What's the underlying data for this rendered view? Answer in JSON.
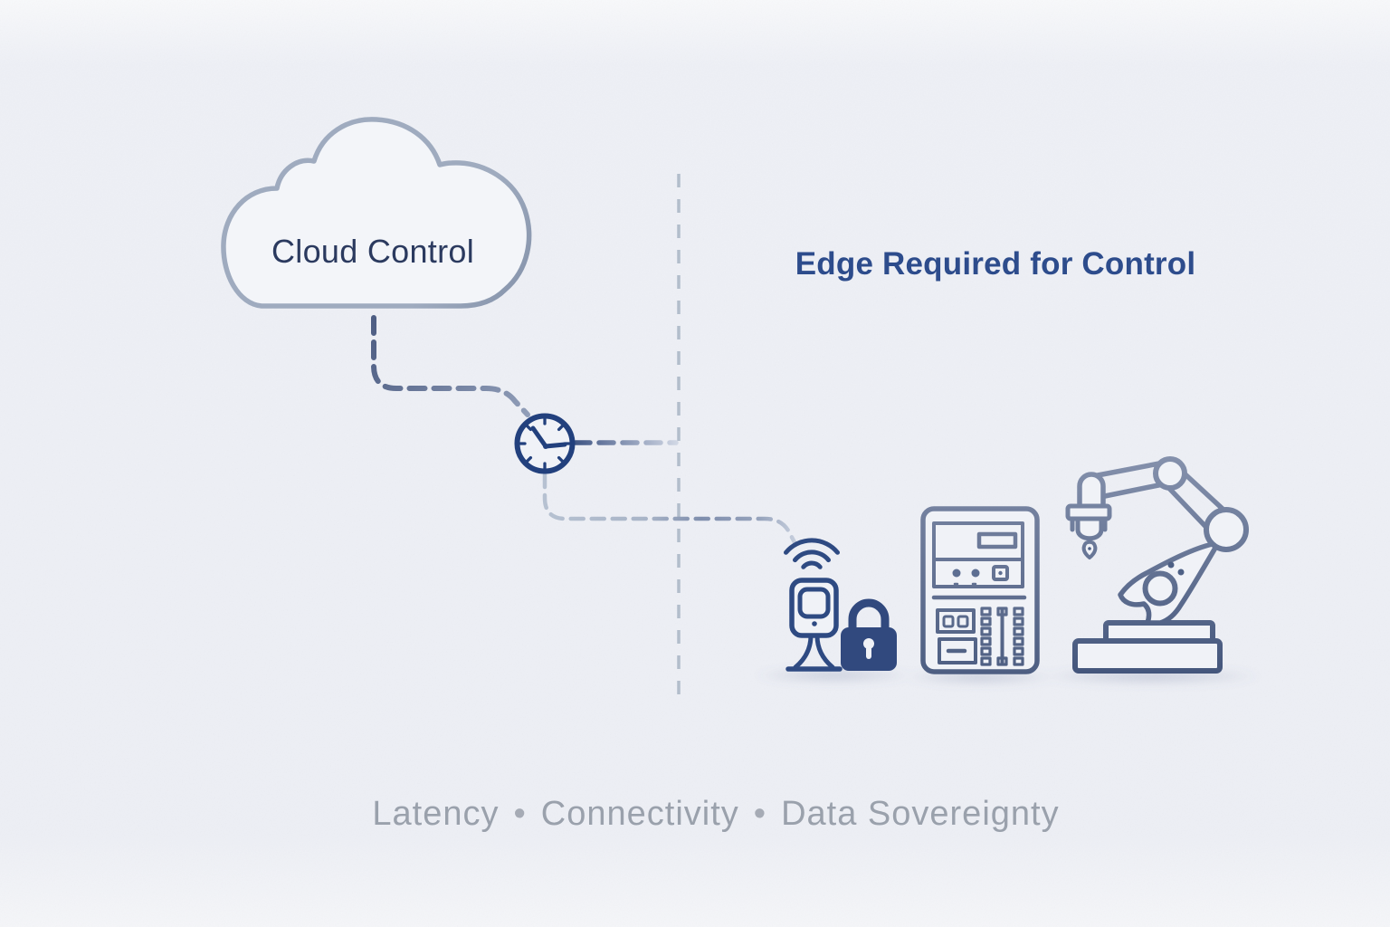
{
  "cloud": {
    "label": "Cloud Control"
  },
  "edge": {
    "label": "Edge Required for Control"
  },
  "tagline": {
    "item1": "Latency",
    "item2": "Connectivity",
    "item3": "Data Sovereignty",
    "separator": "•"
  },
  "icons": {
    "cloud": "cloud-icon",
    "clock": "latency-clock-icon",
    "divider": "cloud-edge-divider-line",
    "sensor": "wireless-sensor-icon",
    "lock": "security-padlock-icon",
    "panel": "edge-controller-panel-icon",
    "robot": "robot-arm-icon"
  },
  "colors": {
    "background": "#eef0f6",
    "navy": "#22407d",
    "lock_fill": "#31497e",
    "slate": "#54658a",
    "dash_light": "#aab6c8",
    "divider_dash": "#b2bdcb",
    "cloud_text": "#2b3a5f",
    "edge_text": "#2d4c8c",
    "tagline_text": "#9aa1ac"
  }
}
